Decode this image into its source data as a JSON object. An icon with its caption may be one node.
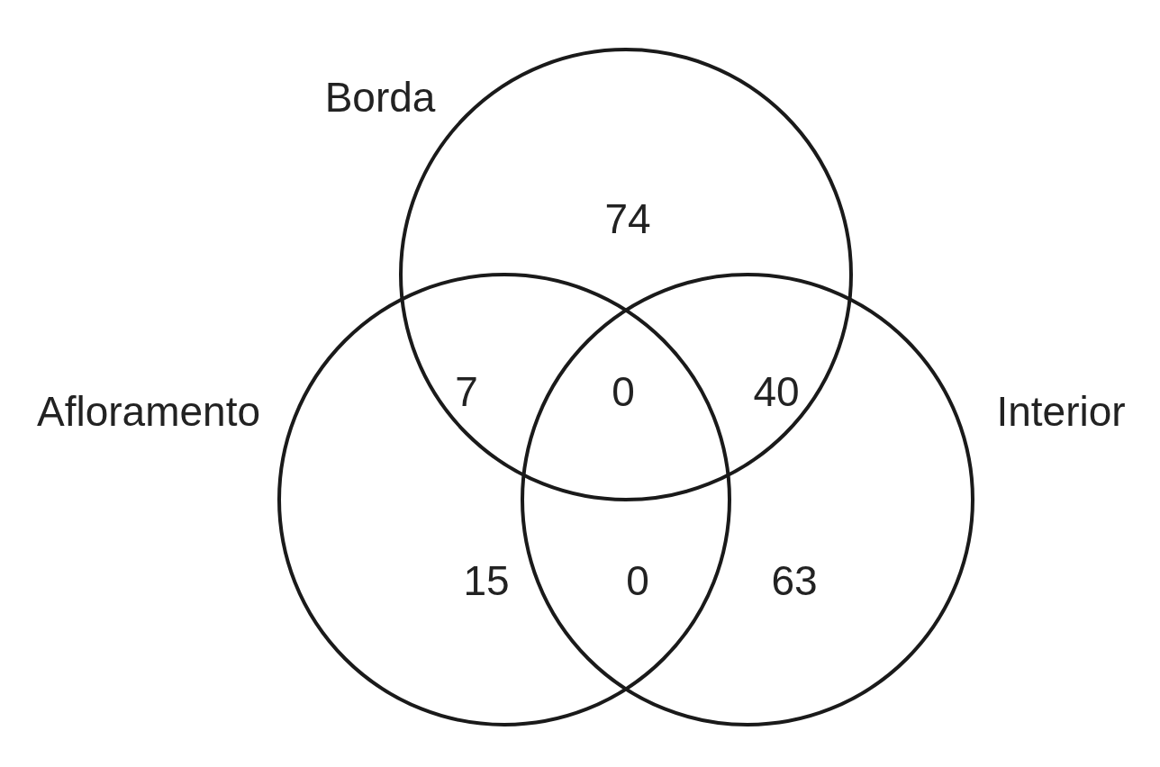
{
  "diagram": {
    "nodes": [
      {
        "text": [
          "Borda"
        ]
      },
      {
        "text": [
          "Afloramento"
        ]
      },
      {
        "text": [
          "Interior"
        ]
      }
    ],
    "labels": [
      "74",
      "7",
      "0",
      "40",
      "15",
      "0",
      "63"
    ]
  }
}
